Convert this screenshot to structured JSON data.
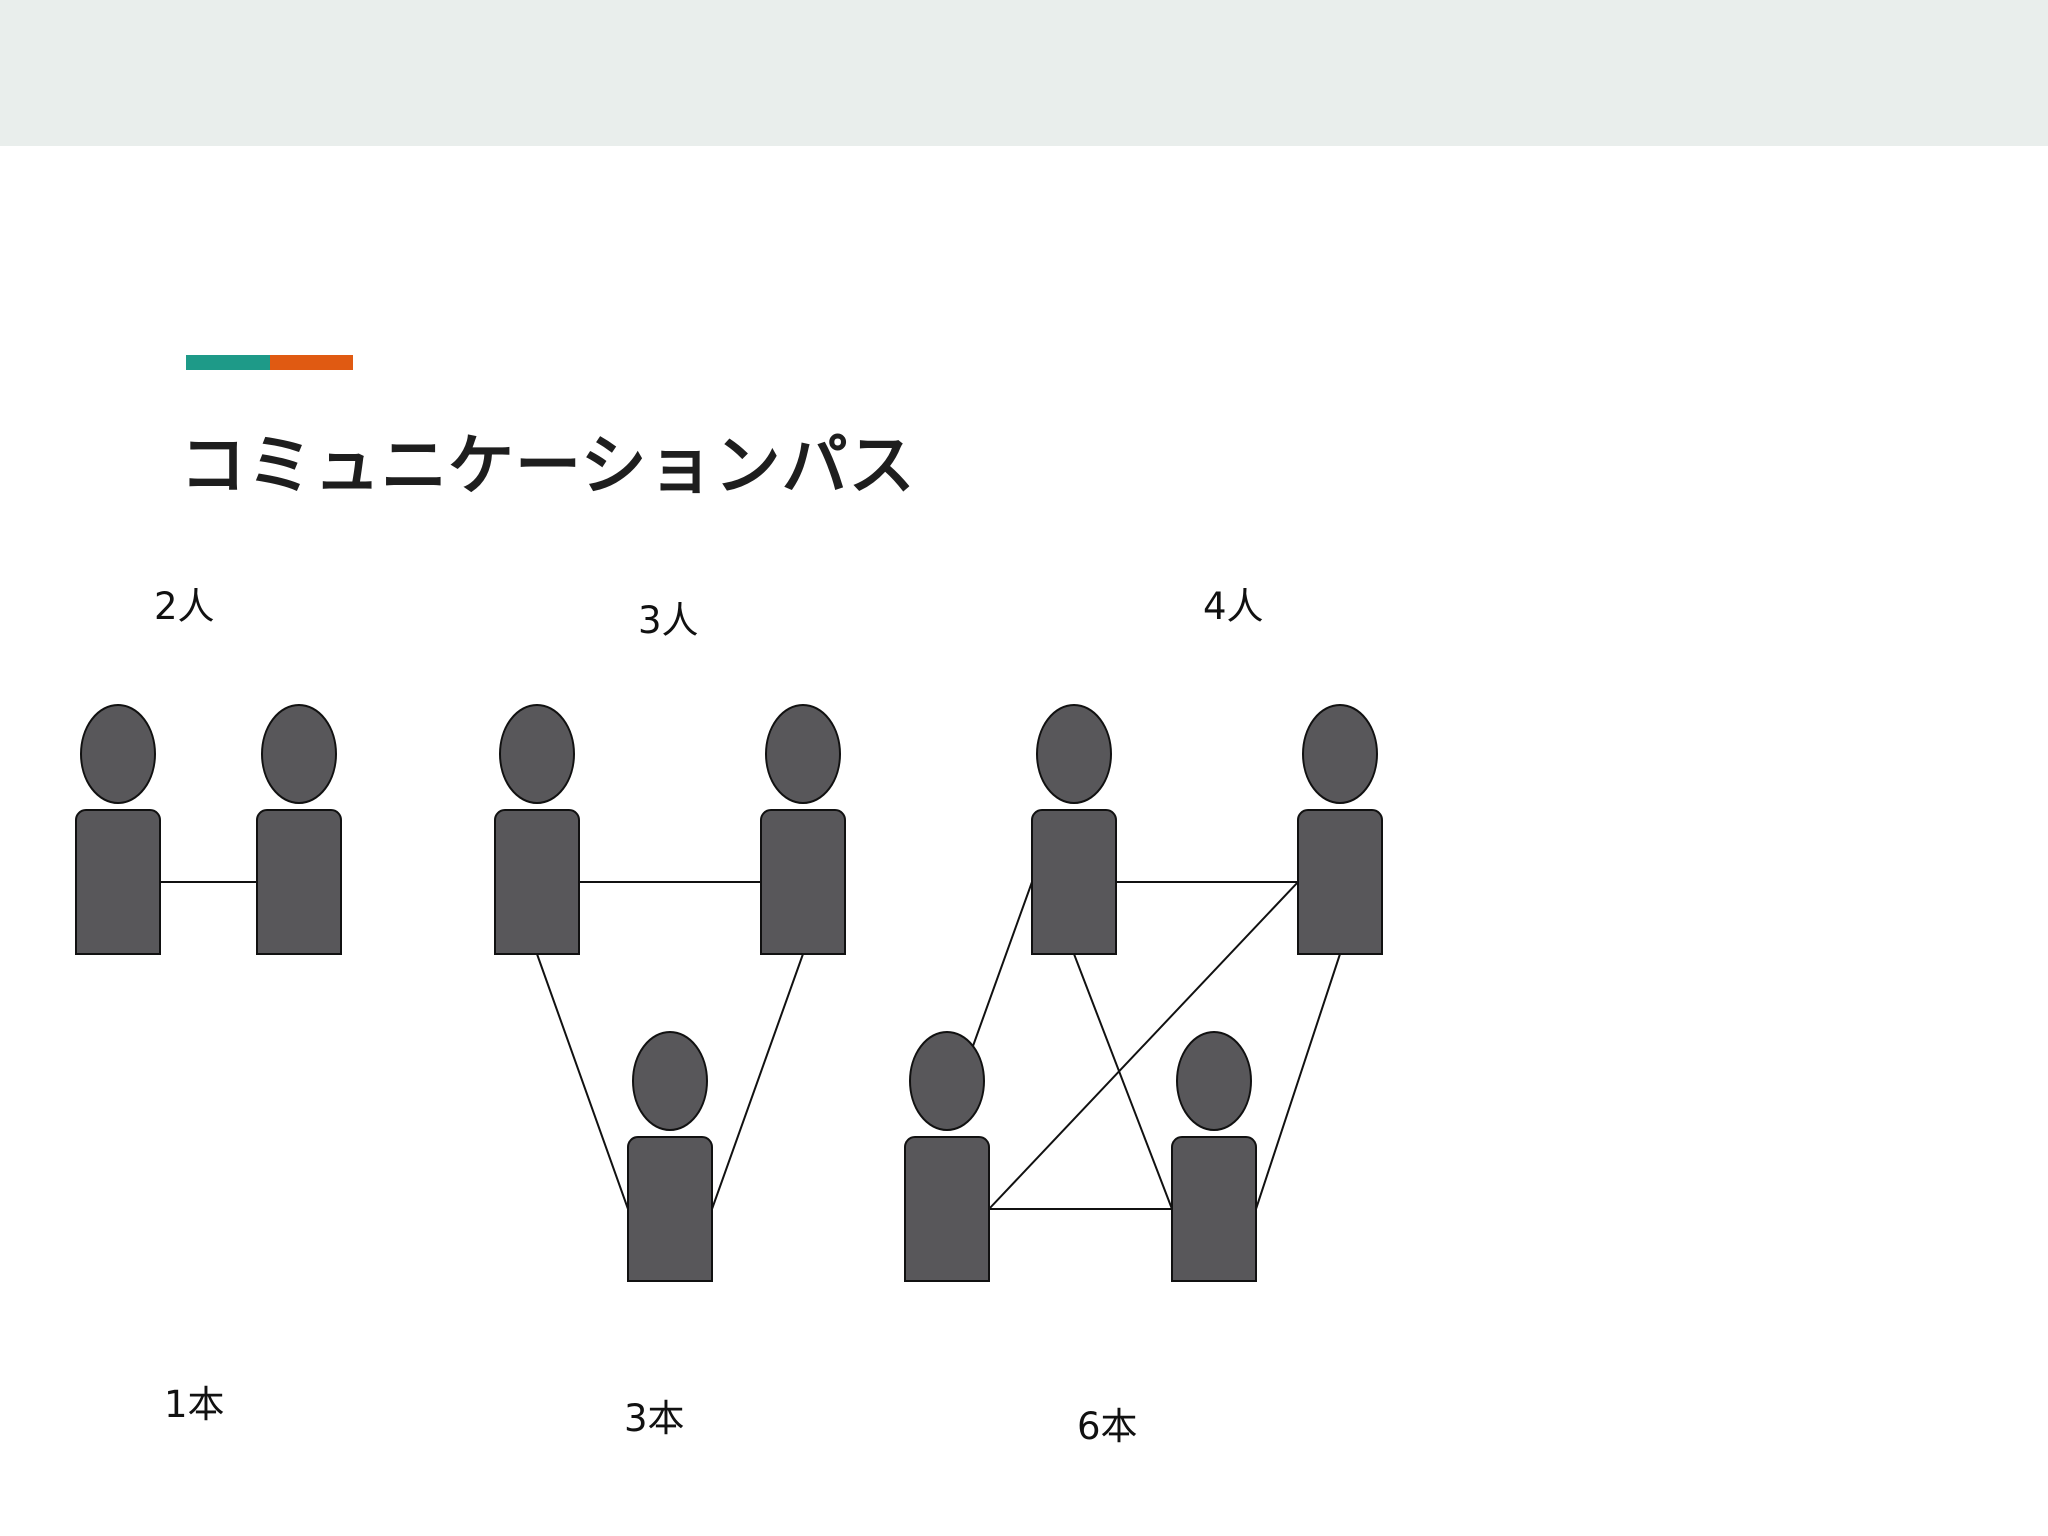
{
  "slide": {
    "title": "コミュニケーションパス",
    "accent_colors": [
      "#1e9a88",
      "#e05a12"
    ],
    "person_color": "#58575a"
  },
  "groups": [
    {
      "people_label": "2人",
      "paths_label": "1本",
      "people": 2,
      "paths": 1
    },
    {
      "people_label": "3人",
      "paths_label": "3本",
      "people": 3,
      "paths": 3
    },
    {
      "people_label": "4人",
      "paths_label": "6本",
      "people": 4,
      "paths": 6
    }
  ]
}
